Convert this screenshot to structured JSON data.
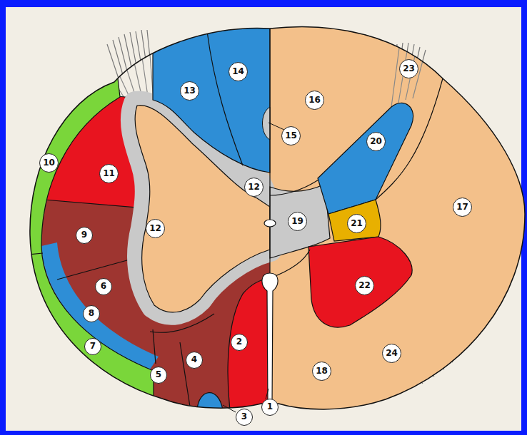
{
  "diagram": {
    "labels": [
      "23",
      "14",
      "13",
      "16",
      "15",
      "20",
      "10",
      "11",
      "12",
      "17",
      "19",
      "21",
      "12",
      "9",
      "22",
      "6",
      "8",
      "2",
      "7",
      "24",
      "4",
      "18",
      "5",
      "1",
      "3"
    ]
  }
}
